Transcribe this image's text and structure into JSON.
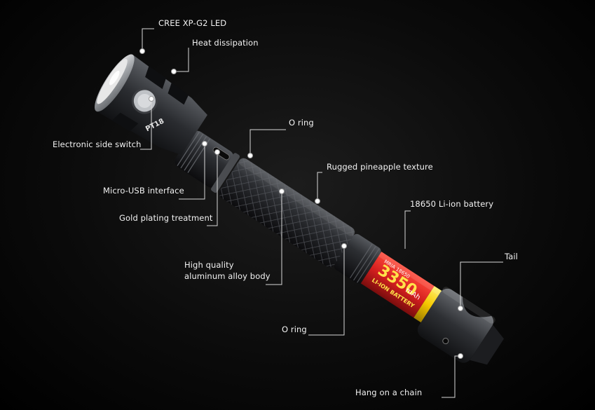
{
  "callouts": {
    "led": "CREE XP-G2 LED",
    "heat": "Heat dissipation",
    "side_switch": "Electronic side switch",
    "usb": "Micro-USB interface",
    "gold": "Gold plating treatment",
    "o_ring_top": "O ring",
    "pineapple": "Rugged pineapple texture",
    "battery": "18650 Li-ion battery",
    "body_line1": "High quality",
    "body_line2": "aluminum alloy body",
    "o_ring_bottom": "O ring",
    "tail": "Tail",
    "chain": "Hang on a chain"
  },
  "product_markings": {
    "head_model": "PT18",
    "battery_model": "MRIA 18650",
    "battery_capacity": "3350",
    "battery_unit": "mAh",
    "battery_type": "LI-ION BATTERY"
  },
  "colors": {
    "label_text": "#f2f2f2",
    "leader_line": "#d8d8d8",
    "battery_red": "#d41f1f",
    "battery_yellow": "#f5c800",
    "body_metal": "#3a3c40"
  }
}
